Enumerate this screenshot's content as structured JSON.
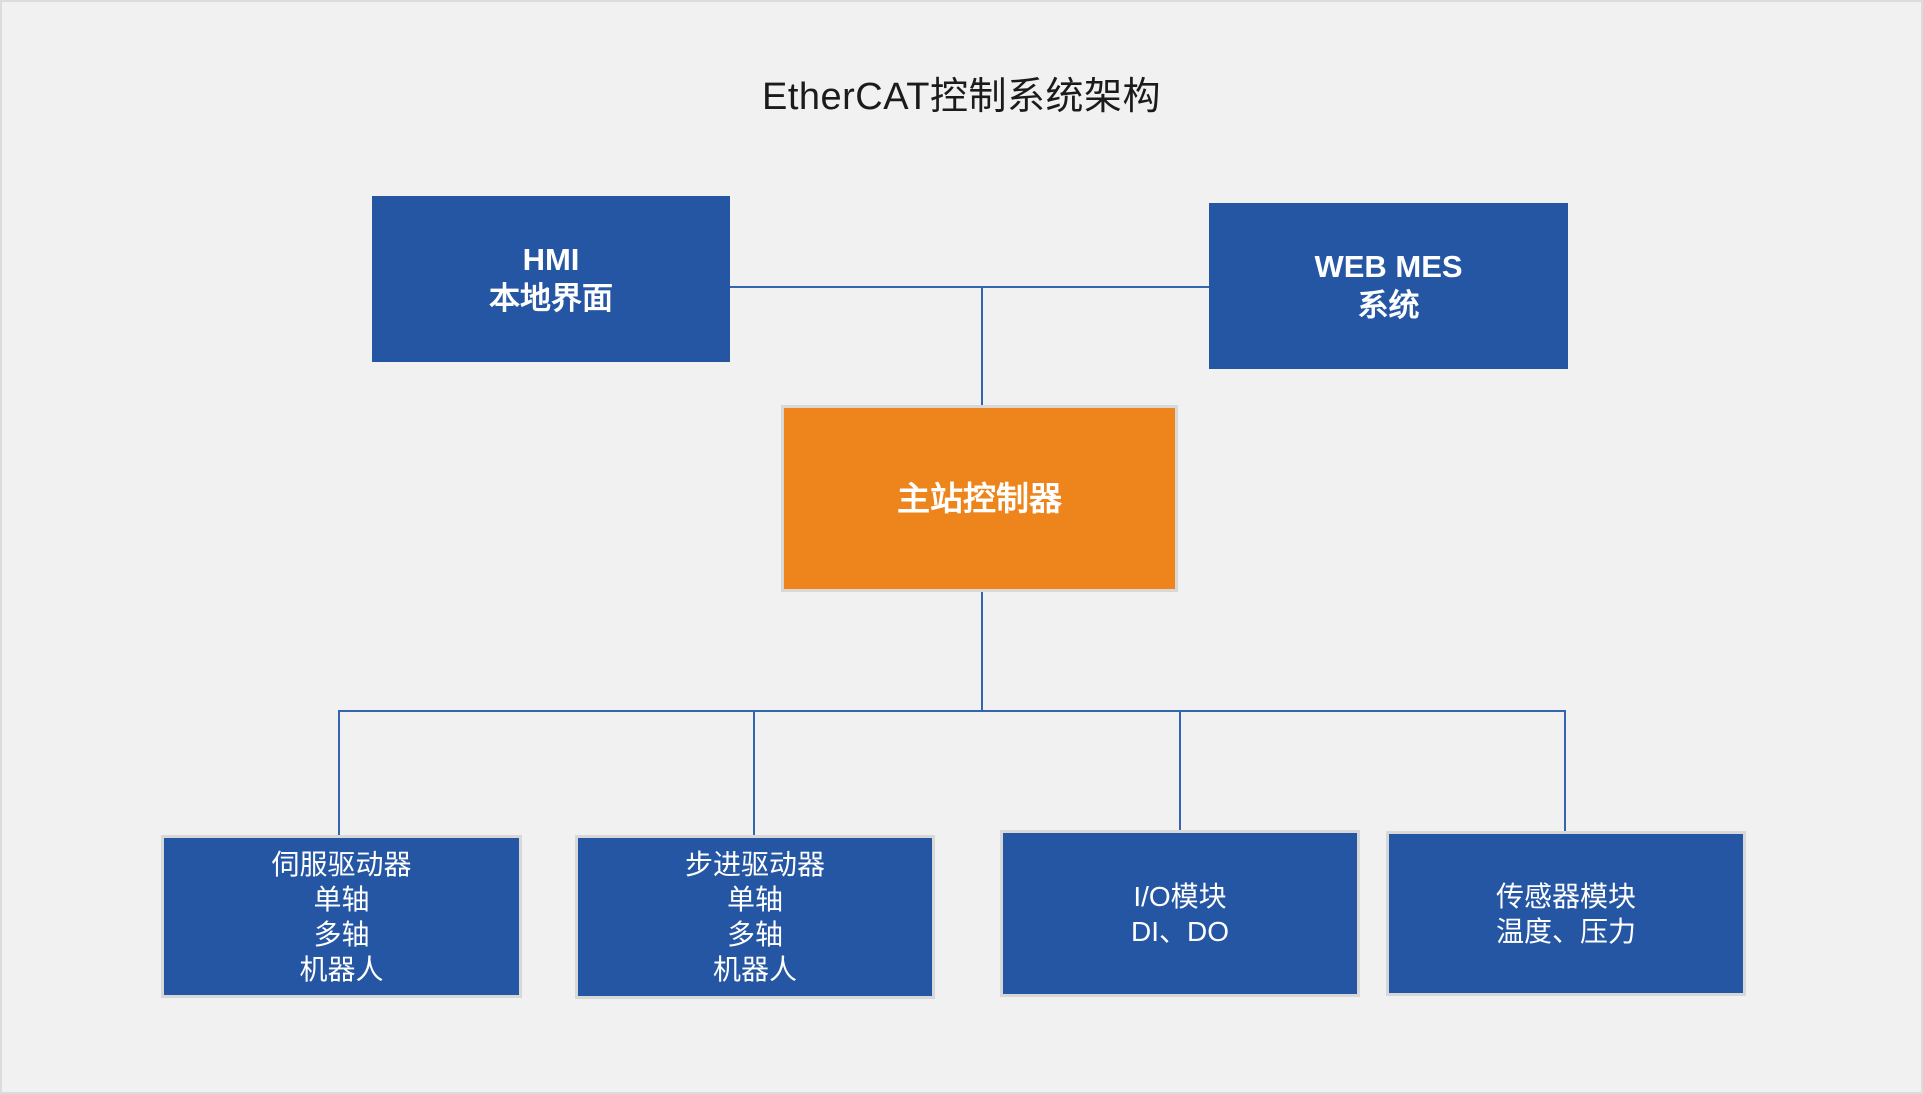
{
  "diagram": {
    "title": "EtherCAT控制系统架构",
    "nodes": {
      "hmi": {
        "lines": [
          "HMI",
          "本地界面"
        ]
      },
      "web_mes": {
        "lines": [
          "WEB MES",
          "系统"
        ]
      },
      "master": {
        "lines": [
          "主站控制器"
        ]
      },
      "servo": {
        "lines": [
          "伺服驱动器",
          "单轴",
          "多轴",
          "机器人"
        ]
      },
      "stepper": {
        "lines": [
          "步进驱动器",
          "单轴",
          "多轴",
          "机器人"
        ]
      },
      "io": {
        "lines": [
          "I/O模块",
          "DI、DO"
        ]
      },
      "sensor": {
        "lines": [
          "传感器模块",
          "温度、压力"
        ]
      }
    },
    "edges": [
      {
        "from": "hmi",
        "to": "web_mes"
      },
      {
        "from": "hmi_webmes_link",
        "to": "master"
      },
      {
        "from": "master",
        "to": "servo"
      },
      {
        "from": "master",
        "to": "stepper"
      },
      {
        "from": "master",
        "to": "io"
      },
      {
        "from": "master",
        "to": "sensor"
      }
    ],
    "colors": {
      "node_blue": "#2556A4",
      "node_orange": "#EE851C",
      "connector_blue": "#3565B0",
      "node_border_gray": "#D8D8D8",
      "background": "#F1F1F2",
      "text_white": "#FFFFFF",
      "title_black": "#1B1B1B"
    }
  }
}
